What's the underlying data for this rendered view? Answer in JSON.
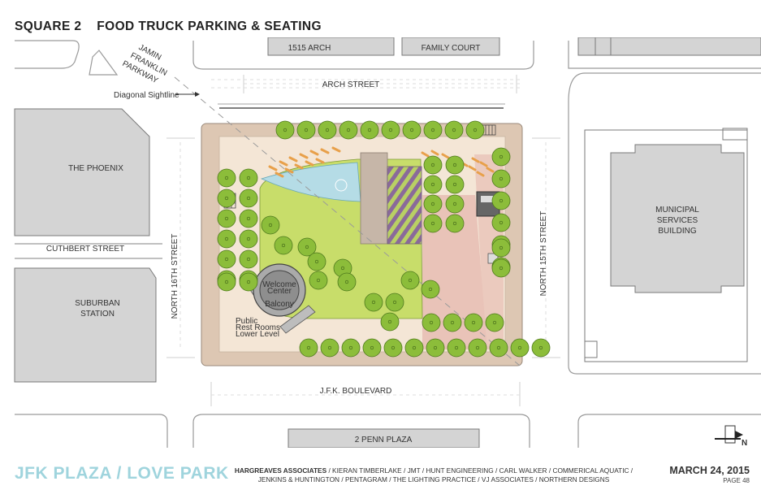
{
  "title": "SQUARE 2    FOOD TRUCK PARKING & SEATING",
  "labels": {
    "arch_1515": "1515 ARCH",
    "family_court": "FAMILY COURT",
    "arch_street": "ARCH STREET",
    "parkway_1": "JAMIN",
    "parkway_2": "FRANKLIN",
    "parkway_3": "PARKWAY",
    "diagonal": "Diagonal Sightline",
    "phoenix": "THE PHOENIX",
    "cuthbert": "CUTHBERT STREET",
    "suburban_1": "SUBURBAN",
    "suburban_2": "STATION",
    "n16th": "NORTH 16TH STREET",
    "n15th": "NORTH 15TH STREET",
    "municipal_1": "MUNICIPAL",
    "municipal_2": "SERVICES",
    "municipal_3": "BUILDING",
    "welcome_1": "Welcome",
    "welcome_2": "Center",
    "balcony": "Balcony",
    "restrooms_1": "Public",
    "restrooms_2": "Rest Rooms",
    "restrooms_3": "Lower Level",
    "jfk_blvd": "J.F.K. BOULEVARD",
    "penn_plaza": "2 PENN PLAZA",
    "north": "N"
  },
  "footer": {
    "project": "JFK PLAZA / LOVE PARK",
    "firm": "HARGREAVES ASSOCIATES",
    "credits_1": " / KIERAN TIMBERLAKE / JMT / HUNT ENGINEERING / CARL WALKER / COMMERICAL AQUATIC /",
    "credits_2": "JENKINS & HUNTINGTON / PENTAGRAM / THE LIGHTING PRACTICE / VJ ASSOCIATES / NORTHERN DESIGNS",
    "date": "MARCH 24, 2015",
    "page": "PAGE 48"
  },
  "colors": {
    "building": "#d4d4d4",
    "plaza_border": "#ddc7b3",
    "plaza_inner": "#f4e6d6",
    "lawn": "#c8dd6a",
    "pool": "#b5dce6",
    "tree": "#8cbd3a",
    "walk_pink": "#e9c3b8",
    "footer_accent": "#9fd4dd"
  },
  "icons": [
    "north-arrow-icon",
    "tree-icon",
    "food-truck-icon"
  ]
}
